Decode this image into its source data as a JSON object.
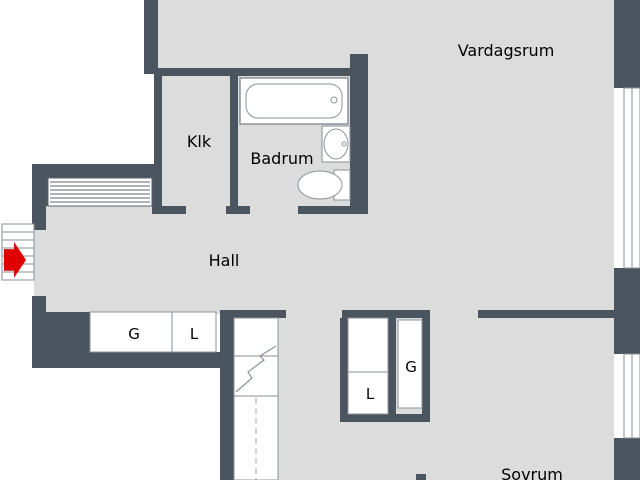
{
  "plan": {
    "rooms": {
      "vardagsrum": "Vardagsrum",
      "klk": "Klk",
      "badrum": "Badrum",
      "hall": "Hall",
      "sovrum": "Sovrum"
    },
    "cabinets": {
      "hall_g": "G",
      "hall_l": "L",
      "corridor_g": "G",
      "corridor_l": "L"
    },
    "colors": {
      "wall": "#4a555f",
      "floor": "#dcdcdc",
      "fixture": "#ffffff",
      "entrance_arrow": "#e00000",
      "window": "#ffffff"
    }
  }
}
